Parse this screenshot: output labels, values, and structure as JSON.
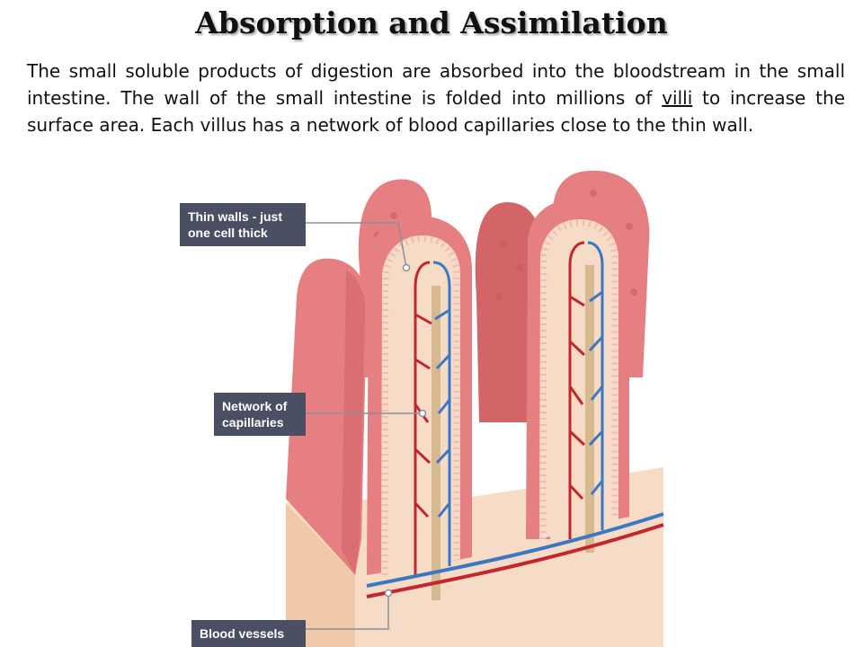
{
  "title": "Absorption and Assimilation",
  "intro": {
    "part1": "The small soluble products of digestion are absorbed into the bloodstream in the small intestine. The wall of the small intestine is folded into millions of ",
    "underlined_term": "villi",
    "part2": " to increase the surface area. Each villus has a network of blood capillaries close to the thin wall."
  },
  "labels": {
    "thin_walls": "Thin walls - just one cell thick",
    "capillaries": "Network of capillaries",
    "blood_vessels": "Blood vessels"
  },
  "colors": {
    "villus_pink": "#e57f82",
    "villus_dark": "#d36569",
    "cut_cream": "#f6dcc6",
    "cell_border": "#f2b9b8",
    "artery_red": "#c1272d",
    "vein_blue": "#3a78c3",
    "lacteal_tan": "#d6b891",
    "label_bg": "#4a4f63"
  }
}
